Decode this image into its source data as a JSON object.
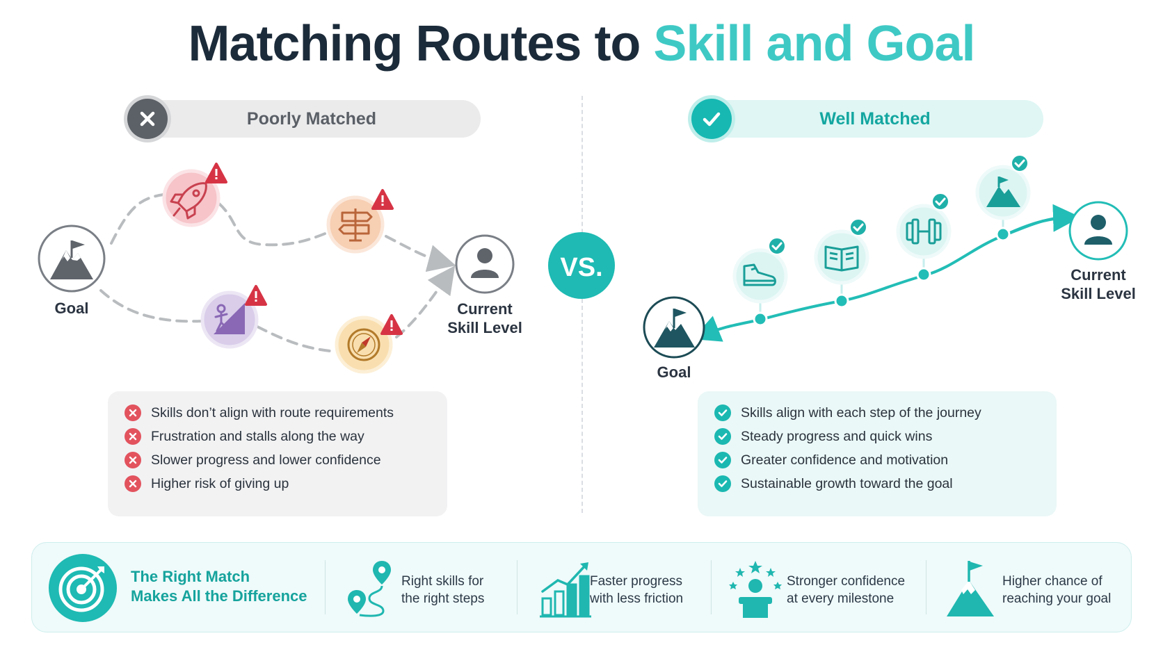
{
  "title": {
    "main": "Matching Routes to ",
    "accent": "Skill and Goal"
  },
  "vs_label": "VS.",
  "left": {
    "header": "Poorly Matched",
    "goal_label": "Goal",
    "current_label_1": "Current",
    "current_label_2": "Skill Level",
    "items": [
      "Skills don’t align with route requirements",
      "Frustration and stalls along the way",
      "Slower progress and lower confidence",
      "Higher risk of giving up"
    ]
  },
  "right": {
    "header": "Well Matched",
    "goal_label": "Goal",
    "current_label_1": "Current",
    "current_label_2": "Skill Level",
    "items": [
      "Skills align with each step of the journey",
      "Steady progress and quick wins",
      "Greater confidence and motivation",
      "Sustainable growth toward the goal"
    ]
  },
  "banner": {
    "main_1": "The Right Match",
    "main_2": "Makes All the Difference",
    "benefits": [
      {
        "line1": "Right skills for",
        "line2": "the right steps",
        "icon": "route-pin-icon"
      },
      {
        "line1": "Faster progress",
        "line2": "with less friction",
        "icon": "bar-chart-growth-icon"
      },
      {
        "line1": "Stronger confidence",
        "line2": "at every milestone",
        "icon": "person-stars-icon"
      },
      {
        "line1": "Higher chance of",
        "line2": "reaching your goal",
        "icon": "mountain-flag-icon"
      }
    ]
  },
  "colors": {
    "teal": "#3fc9c5",
    "teal_dark": "#17b8b2",
    "red": "#e2535e",
    "gray_dark": "#5c6167"
  }
}
